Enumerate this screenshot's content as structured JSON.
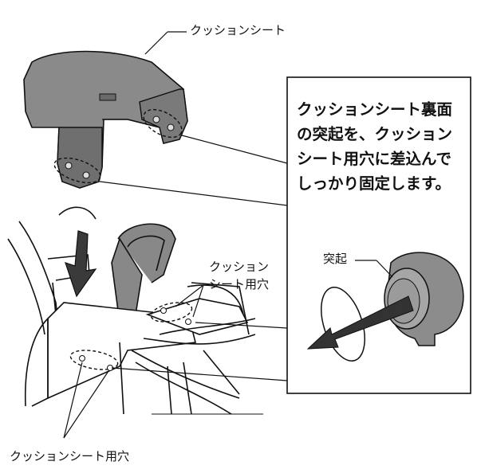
{
  "labels": {
    "cushion_seat": "クッションシート",
    "cushion_seat_hole_upper": "クッション\nシート用穴",
    "cushion_seat_hole_bottom": "クッションシート用穴",
    "protrusion": "突起"
  },
  "instruction": "クッションシート裏面\nの突起を、クッション\nシート用穴に差込んで\nしっかり固定します。",
  "colors": {
    "line": "#111111",
    "seat_fill": "#8a8a8a",
    "seat_dark": "#6a6a6a",
    "peg_fill": "#8c8c8c",
    "arrow_fill": "#3a3a3a"
  }
}
